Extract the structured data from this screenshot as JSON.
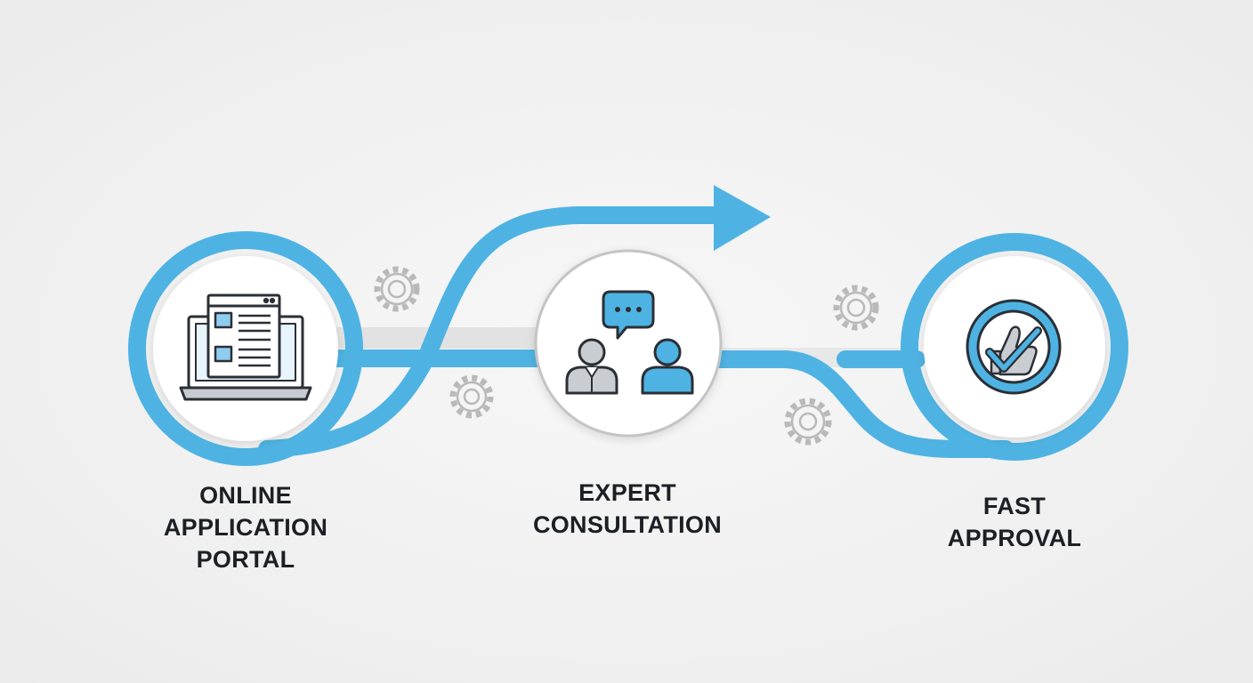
{
  "steps": [
    {
      "id": "online-application-portal",
      "icon": "laptop-form-icon",
      "label_lines": [
        "ONLINE",
        "APPLICATION",
        "PORTAL"
      ]
    },
    {
      "id": "expert-consultation",
      "icon": "consultation-people-icon",
      "label_lines": [
        "EXPERT",
        "CONSULTATION"
      ]
    },
    {
      "id": "fast-approval",
      "icon": "approval-check-icon",
      "label_lines": [
        "FAST",
        "APPROVAL"
      ]
    }
  ],
  "decorations": [
    "gear-icon",
    "gear-icon",
    "gear-icon",
    "gear-icon"
  ],
  "colors": {
    "accent": "#4eb3e3",
    "accent_dark": "#2f7fb8",
    "outline": "#2b2f36",
    "connector_gray": "#dcdcdc",
    "gear": "#b8b8b8",
    "text": "#1c1f24",
    "circle_fill": "#ffffff",
    "circle_border": "#c8c8c8"
  }
}
